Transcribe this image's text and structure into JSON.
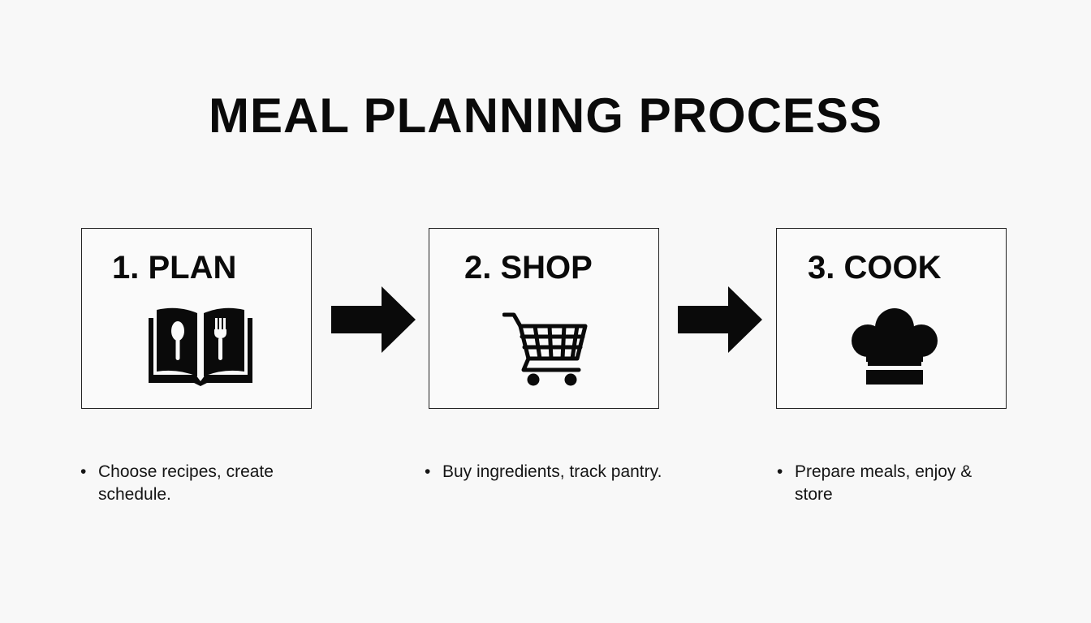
{
  "title": "MEAL PLANNING PROCESS",
  "steps": [
    {
      "label": "1. PLAN",
      "icon": "recipe-book-icon",
      "bullet": "•",
      "description": "Choose recipes, create schedule."
    },
    {
      "label": "2. SHOP",
      "icon": "shopping-cart-icon",
      "bullet": "•",
      "description": "Buy ingredients, track pantry."
    },
    {
      "label": "3. COOK",
      "icon": "chef-hat-icon",
      "bullet": "•",
      "description": "Prepare meals, enjoy & store"
    }
  ],
  "connectors": [
    "arrow-right-icon",
    "arrow-right-icon"
  ],
  "colors": {
    "background": "#f8f8f8",
    "ink": "#0a0a0a",
    "border": "#222222"
  }
}
